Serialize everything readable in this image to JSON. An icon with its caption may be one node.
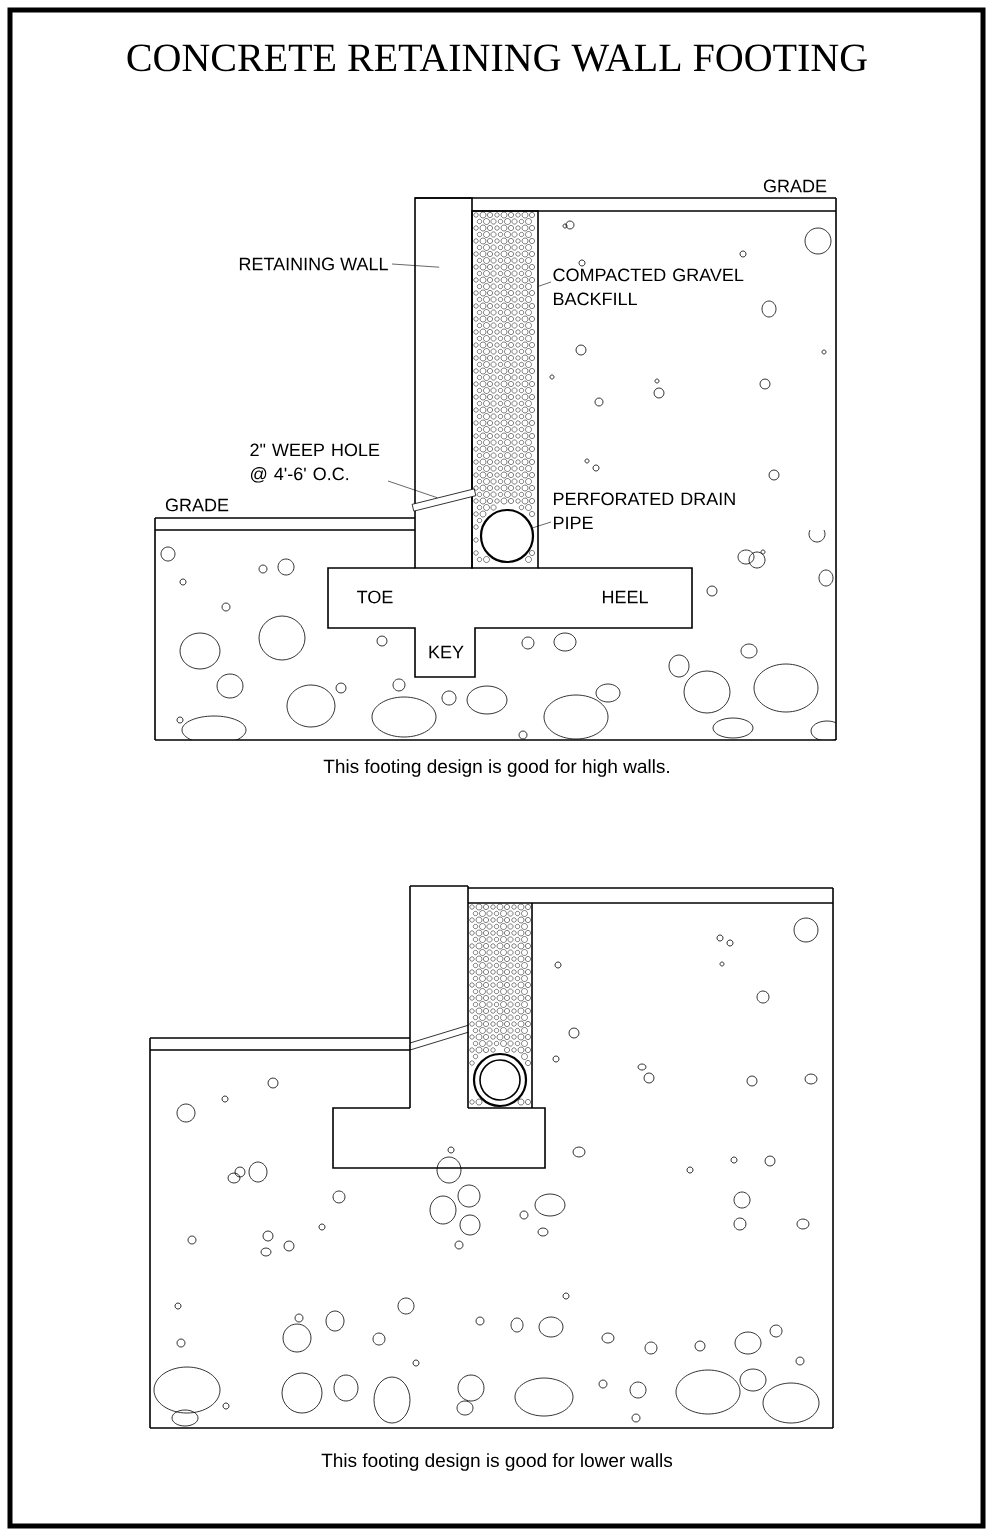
{
  "diagram": {
    "title": "CONCRETE RETAINING WALL FOOTING",
    "nodes": [
      {
        "text": [
          "RETAINING WALL"
        ]
      },
      {
        "text": [],
        "shape": "box"
      },
      {
        "text": [
          "COMPACTED GRAVEL BACKFILL"
        ]
      },
      {
        "text": [],
        "shape": "box"
      },
      {
        "text": [
          "2\" WEEP HOLE @ 4'-6' O.C."
        ]
      },
      {
        "text": [],
        "shape": "bar",
        "in": 1
      },
      {
        "text": [
          "PERFORATED DRAIN PIPE"
        ]
      },
      {
        "text": [],
        "shape": "circle",
        "in": 3
      }
    ],
    "edges": [
      {
        "from": 0,
        "to": 1,
        "arrow": "none"
      },
      {
        "from": 2,
        "to": 3,
        "arrow": "none"
      },
      {
        "from": 4,
        "to": 5,
        "arrow": "none"
      },
      {
        "from": 6,
        "to": 7,
        "arrow": "none"
      }
    ],
    "labels": [
      "GRADE",
      "GRADE",
      "TOE",
      "HEEL",
      "KEY",
      "This footing design is good for high walls.",
      "This footing design is good for lower walls"
    ]
  }
}
